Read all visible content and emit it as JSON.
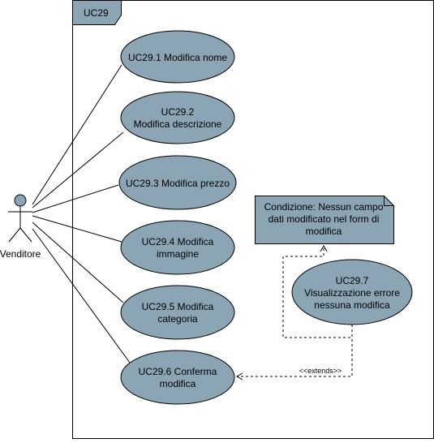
{
  "system": {
    "name": "UC29"
  },
  "actor": {
    "name": "Venditore"
  },
  "use_cases": {
    "uc1": [
      "UC29.1 Modifica nome"
    ],
    "uc2": [
      "UC29.2",
      "Modifica descrizione"
    ],
    "uc3": [
      "UC29.3 Modifica prezzo"
    ],
    "uc4": [
      "UC29.4 Modifica",
      "immagine"
    ],
    "uc5": [
      "UC29.5 Modifica",
      "categoria"
    ],
    "uc6": [
      "UC29.6 Conferma",
      "modifica"
    ],
    "uc7": [
      "UC29.7",
      "Visualizzazione errore",
      "nessuna modifica"
    ]
  },
  "note": {
    "lines": [
      "Condizione: Nessun campo",
      "dati modificato nel form di",
      "modifica"
    ]
  },
  "relations": {
    "extends_label": "<<extends>>"
  },
  "colors": {
    "fill": "#8ba5b4",
    "stroke": "#000000"
  }
}
